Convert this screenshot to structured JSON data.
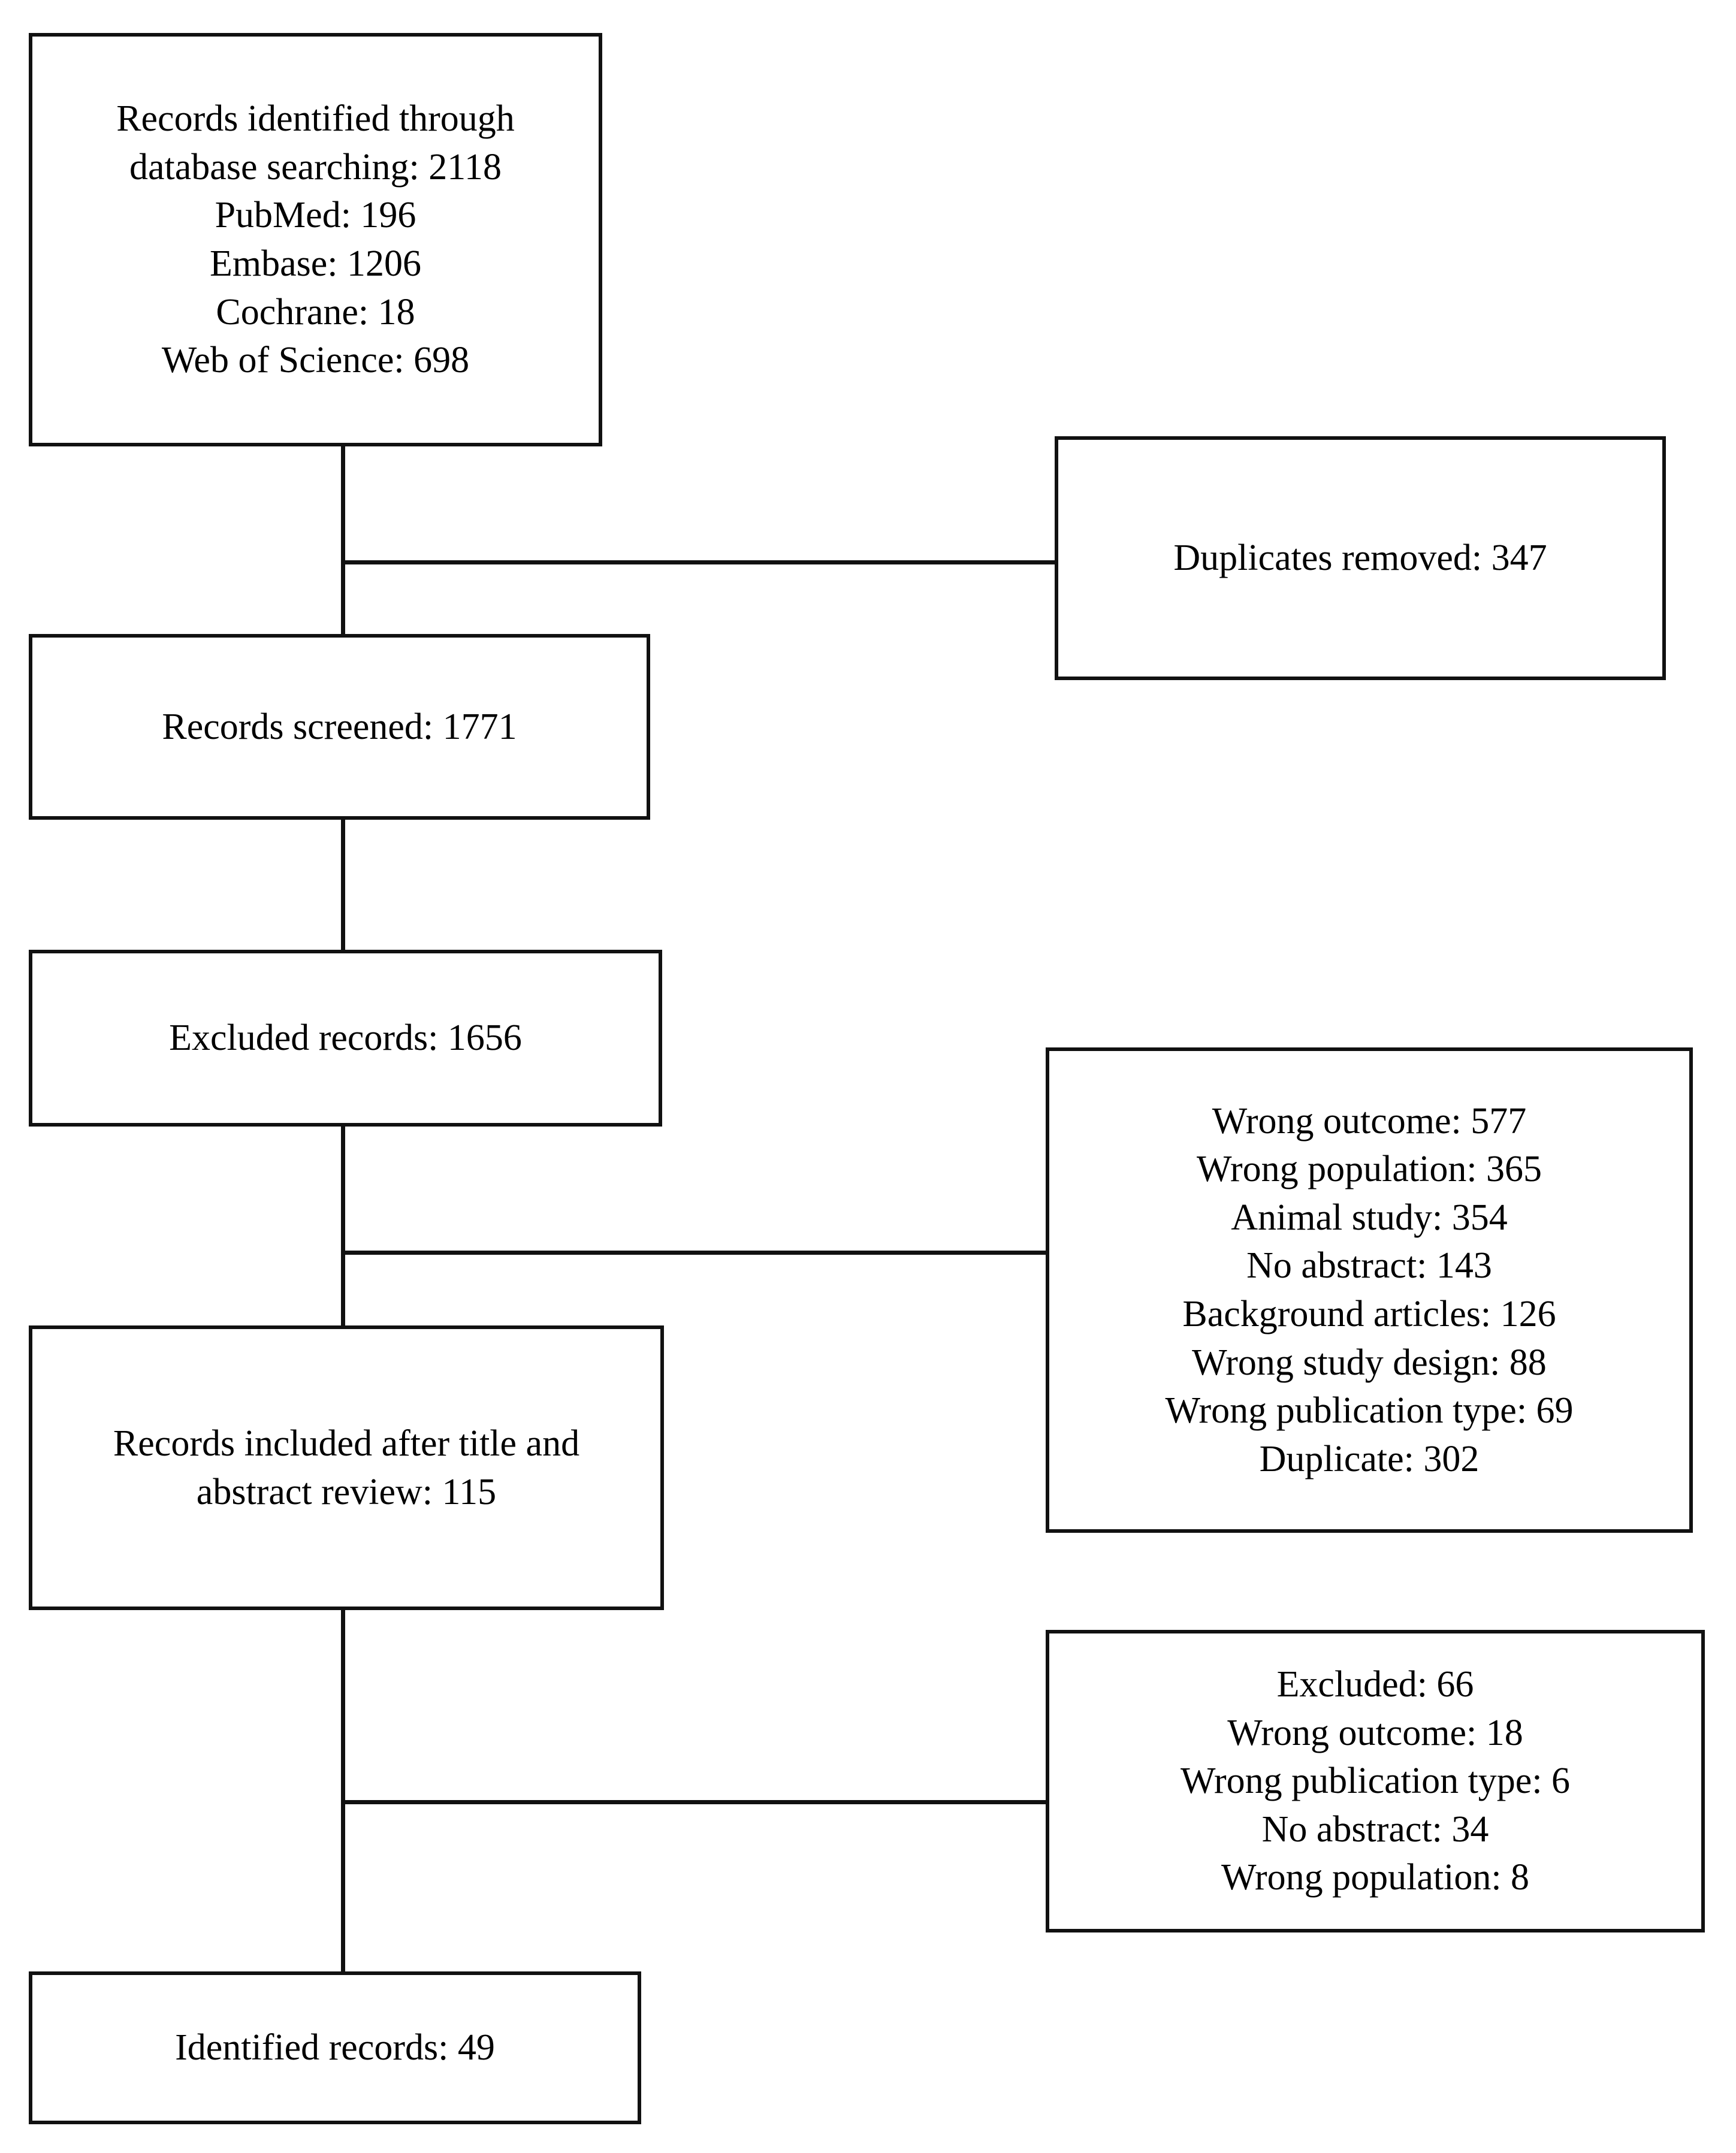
{
  "diagram": {
    "type": "prisma-flow-diagram",
    "title": "",
    "ink_color": "#111111",
    "background_color": "#ffffff"
  },
  "nodes": {
    "identified": {
      "name": "records-identified",
      "lines": [
        "Records identified through",
        "database searching: 2118",
        "PubMed: 196",
        "Embase: 1206",
        "Cochrane: 18",
        "Web of Science: 698"
      ]
    },
    "duplicates_removed": {
      "name": "duplicates-removed",
      "lines": [
        "Duplicates removed: 347"
      ]
    },
    "screened": {
      "name": "records-screened",
      "lines": [
        "Records screened: 1771"
      ]
    },
    "excluded_records": {
      "name": "excluded-records",
      "lines": [
        "Excluded records: 1656"
      ]
    },
    "exclusion_reasons_screening": {
      "name": "exclusion-reasons-screening",
      "lines": [
        "Wrong outcome: 577",
        "Wrong population: 365",
        "Animal study: 354",
        "No abstract: 143",
        "Background articles: 126",
        "Wrong study design: 88",
        "Wrong publication type: 69",
        "Duplicate: 302"
      ]
    },
    "included_after_review": {
      "name": "records-included-after-title-abstract-review",
      "lines": [
        "Records included after title and",
        "abstract review: 115"
      ]
    },
    "exclusion_reasons_fulltext": {
      "name": "exclusion-reasons-fulltext",
      "lines": [
        "Excluded: 66",
        "Wrong outcome: 18",
        "Wrong publication type: 6",
        "No abstract: 34",
        "Wrong population: 8"
      ]
    },
    "identified_records_final": {
      "name": "identified-records-final",
      "lines": [
        "Identified records: 49"
      ]
    }
  },
  "chart_data": {
    "type": "table",
    "title": "PRISMA study selection flow",
    "stages": [
      {
        "stage": "Records identified through database searching",
        "count": 2118,
        "breakdown": [
          {
            "source": "PubMed",
            "count": 196
          },
          {
            "source": "Embase",
            "count": 1206
          },
          {
            "source": "Cochrane",
            "count": 18
          },
          {
            "source": "Web of Science",
            "count": 698
          }
        ]
      },
      {
        "stage": "Duplicates removed",
        "count": 347
      },
      {
        "stage": "Records screened",
        "count": 1771
      },
      {
        "stage": "Excluded records",
        "count": 1656,
        "breakdown": [
          {
            "reason": "Wrong outcome",
            "count": 577
          },
          {
            "reason": "Wrong population",
            "count": 365
          },
          {
            "reason": "Animal study",
            "count": 354
          },
          {
            "reason": "No abstract",
            "count": 143
          },
          {
            "reason": "Background articles",
            "count": 126
          },
          {
            "reason": "Wrong study design",
            "count": 88
          },
          {
            "reason": "Wrong publication type",
            "count": 69
          },
          {
            "reason": "Duplicate",
            "count": 302
          }
        ]
      },
      {
        "stage": "Records included after title and abstract review",
        "count": 115
      },
      {
        "stage": "Excluded",
        "count": 66,
        "breakdown": [
          {
            "reason": "Wrong outcome",
            "count": 18
          },
          {
            "reason": "Wrong publication type",
            "count": 6
          },
          {
            "reason": "No abstract",
            "count": 34
          },
          {
            "reason": "Wrong population",
            "count": 8
          }
        ]
      },
      {
        "stage": "Identified records",
        "count": 49
      }
    ]
  }
}
